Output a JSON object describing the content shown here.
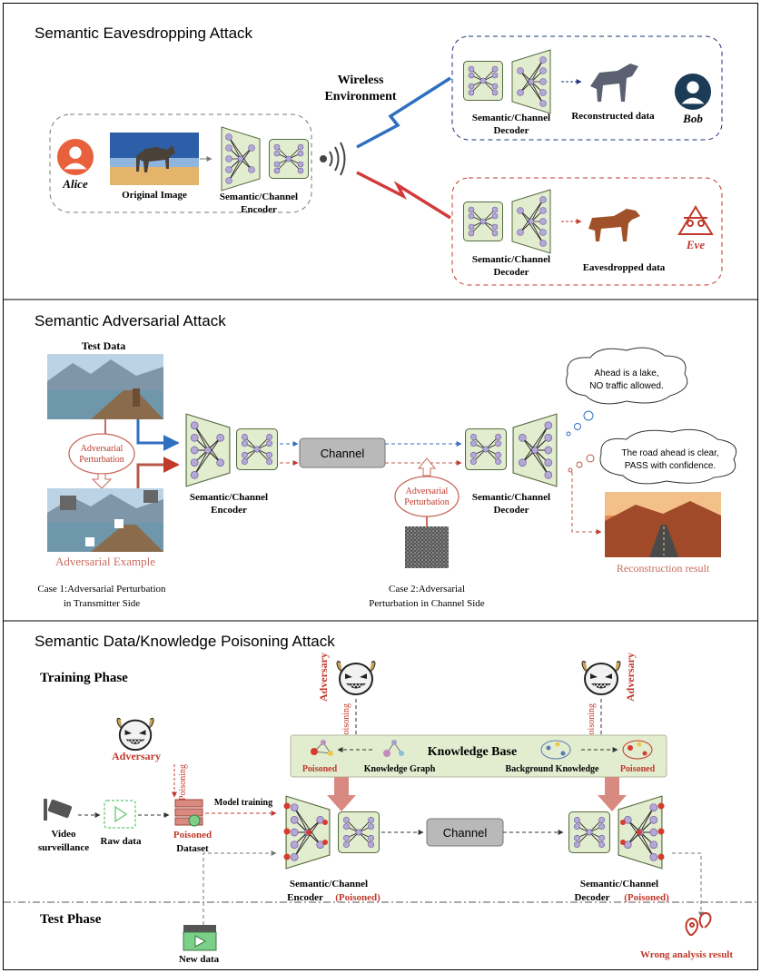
{
  "panels": {
    "eavesdropping": {
      "title": "Semantic Eavesdropping Attack",
      "wireless": [
        "Wireless",
        "Environment"
      ],
      "alice": "Alice",
      "bob": "Bob",
      "eve": "Eve",
      "original_image": "Original Image",
      "encoder": [
        "Semantic/Channel",
        "Encoder"
      ],
      "decoder_bob": [
        "Semantic/Channel",
        "Decoder"
      ],
      "decoder_eve": [
        "Semantic/Channel",
        "Decoder"
      ],
      "reconstructed": "Reconstructed data",
      "eavesdropped": "Eavesdropped data"
    },
    "adversarial": {
      "title": "Semantic Adversarial Attack",
      "test_data": "Test Data",
      "perturbation_tx": [
        "Adversarial",
        "Perturbation"
      ],
      "perturbation_ch": [
        "Adversarial",
        "Perturbation"
      ],
      "adversarial_example": "Adversarial Example",
      "encoder": [
        "Semantic/Channel",
        "Encoder"
      ],
      "decoder": [
        "Semantic/Channel",
        "Decoder"
      ],
      "channel": "Channel",
      "bubble_correct": [
        "Ahead is a lake,",
        "NO traffic allowed."
      ],
      "bubble_wrong": [
        "The road ahead is clear,",
        "PASS with confidence."
      ],
      "reconstruction": "Reconstruction result",
      "case1": [
        "Case 1:Adversarial Perturbation",
        "in Transmitter Side"
      ],
      "case2": [
        "Case 2:Adversarial",
        "Perturbation in Channel Side"
      ]
    },
    "poisoning": {
      "title": "Semantic Data/Knowledge Poisoning Attack",
      "training_phase": "Training Phase",
      "test_phase": "Test Phase",
      "adversary": "Adversary",
      "poisoning": "Poisoning",
      "knowledge_base": "Knowledge Base",
      "poisoned": "Poisoned",
      "knowledge_graph": "Knowledge Graph",
      "background_knowledge": "Background Knowledge",
      "video": [
        "Video",
        "surveillance"
      ],
      "raw_data": "Raw data",
      "poisoned_dataset": [
        "Poisoned",
        "Dataset"
      ],
      "model_training": "Model training",
      "channel": "Channel",
      "encoder": [
        "Semantic/Channel",
        "Encoder",
        "(Poisoned)"
      ],
      "decoder": [
        "Semantic/Channel",
        "Decoder",
        "(Poisoned)"
      ],
      "new_data": "New data",
      "wrong_result": "Wrong analysis result"
    }
  },
  "colors": {
    "alice": "#e8603c",
    "eve": "#c0392b",
    "bob_border": "#1f2f7a",
    "eve_border": "#c0392b",
    "box_green": "#e2ecce",
    "node": "#b6a8d6",
    "node_red": "#d63b2e",
    "blue_arrow": "#2f6fc0",
    "red_arrow": "#b8584a",
    "poison_red": "#c0392b"
  }
}
